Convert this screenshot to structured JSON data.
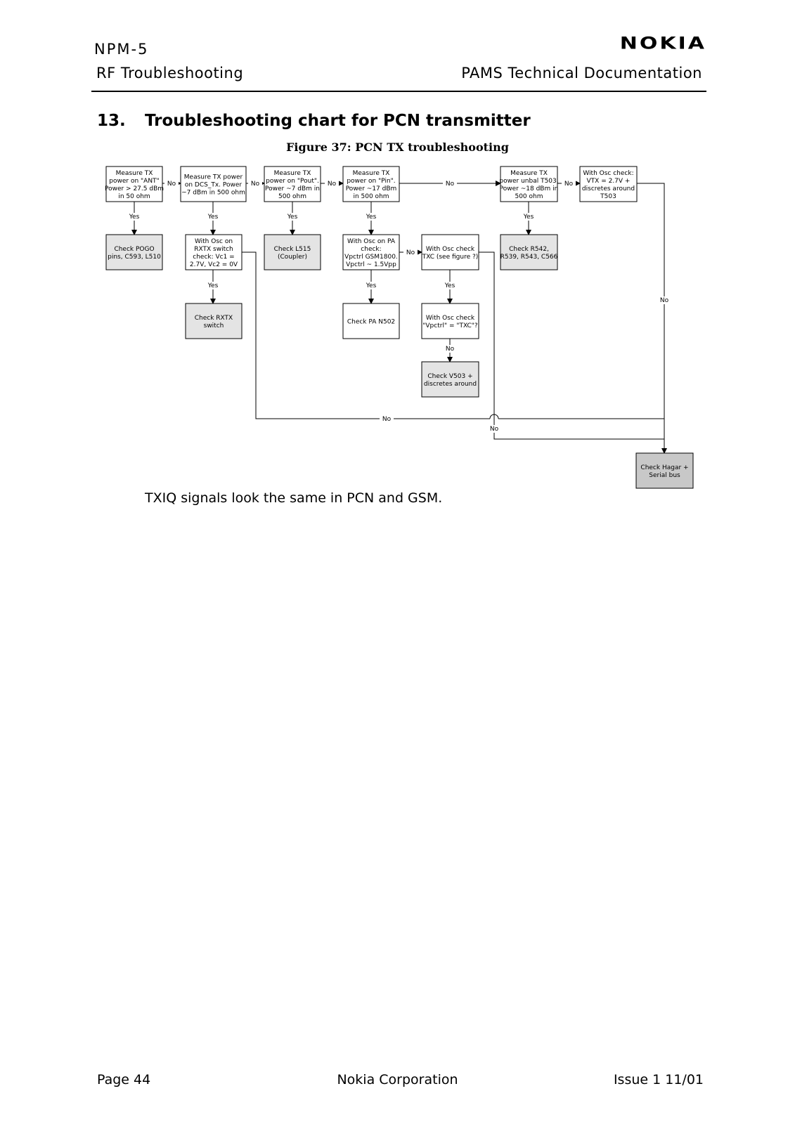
{
  "header": {
    "doc_id": "NPM-5",
    "section": "RF Troubleshooting",
    "logo": "NOKIA",
    "doc_series": "PAMS Technical Documentation"
  },
  "section": {
    "number": "13.",
    "title": "Troubleshooting chart for PCN transmitter"
  },
  "figure": {
    "caption": "Figure 37: PCN TX troubleshooting",
    "nodes": {
      "ant_power": [
        "Measure TX",
        "power on \"ANT\"",
        "Power > 27.5 dBm",
        "in 50 ohm"
      ],
      "dcs_tx_power": [
        "Measure TX power",
        "on DCS_Tx. Power",
        "~7 dBm in 500 ohm"
      ],
      "pout_power": [
        "Measure TX",
        "power on \"Pout\".",
        "Power ~7 dBm in",
        "500 ohm"
      ],
      "pin_power": [
        "Measure TX",
        "power on \"Pin\".",
        "Power ~17 dBm",
        "in 500 ohm"
      ],
      "unbal_power": [
        "Measure TX",
        "power unbal T503.",
        "Power ~18 dBm in",
        "500 ohm"
      ],
      "vtx_check": [
        "With Osc check:",
        "VTX = 2.7V +",
        "discretes around",
        "T503"
      ],
      "check_pogo": [
        "Check POGO",
        "pins, C593, L510"
      ],
      "rxtx_switch_check": [
        "With Osc on",
        "RXTX switch",
        "check: Vc1 =",
        "2.7V, Vc2 = 0V"
      ],
      "check_l515": [
        "Check L515",
        "(Coupler)"
      ],
      "pa_check": [
        "With Osc on PA",
        "check:",
        "Vpctrl GSM1800.",
        "Vpctrl ~ 1.5Vpp"
      ],
      "txc_check": [
        "With Osc check",
        "TXC (see figure ?)"
      ],
      "check_r542": [
        "Check R542,",
        "R539, R543, C566"
      ],
      "check_rxtx_switch": [
        "Check RXTX",
        "switch"
      ],
      "check_pa": [
        "Check PA N502"
      ],
      "vpctrl_txc_check": [
        "With Osc check",
        "\"Vpctrl\" = \"TXC\"?"
      ],
      "check_v503": [
        "Check V503 +",
        "discretes around"
      ],
      "check_hagar": [
        "Check Hagar +",
        "Serial bus"
      ]
    },
    "edge_labels": {
      "yes": "Yes",
      "no": "No"
    }
  },
  "body": {
    "note": "TXIQ signals look the same in PCN and GSM."
  },
  "footer": {
    "page": "Page 44",
    "copyright_symbol": "",
    "copyright": "Nokia Corporation",
    "issue": "Issue 1 11/01"
  },
  "colors": {
    "check_box_fill": "#e4e4e4",
    "final_box_fill": "#c8c8c8",
    "measure_box_fill": "#ffffff",
    "line": "#000000"
  }
}
